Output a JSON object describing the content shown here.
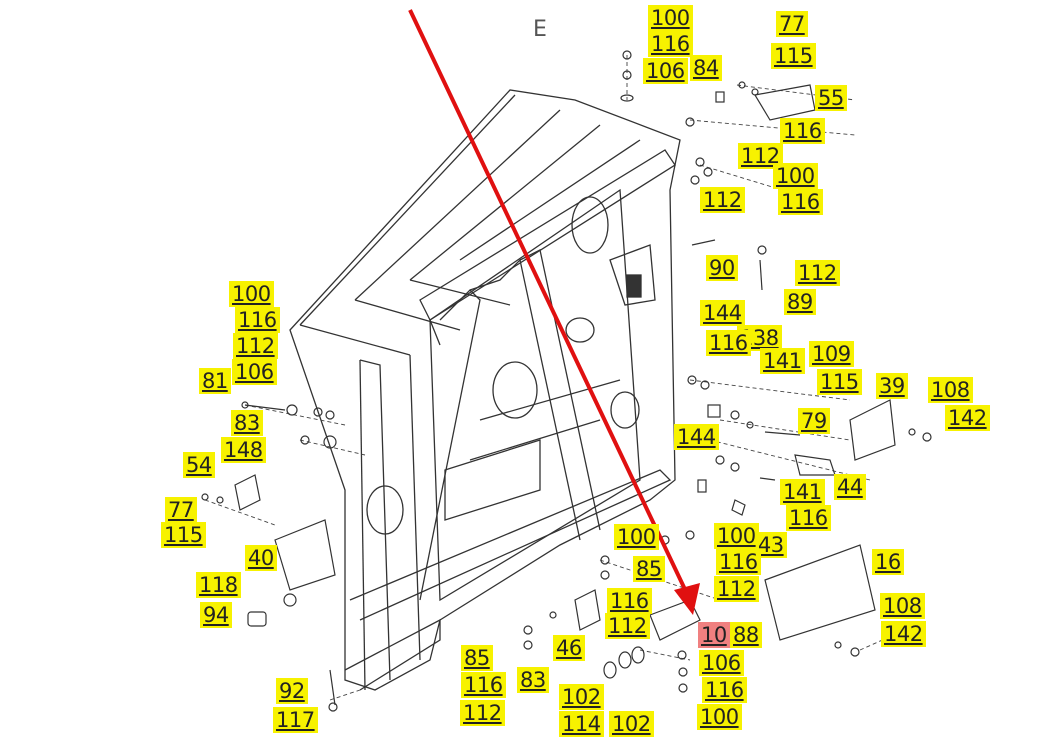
{
  "section_letter": "E",
  "colors": {
    "label_bg": "#f7f200",
    "highlight_bg": "#f08080",
    "arrow": "#e01010",
    "line": "#333333"
  },
  "labels": [
    "100",
    "116",
    "106",
    "84",
    "77",
    "115",
    "55",
    "116",
    "112",
    "100",
    "112",
    "116",
    "90",
    "112",
    "89",
    "100",
    "116",
    "112",
    "106",
    "81",
    "83",
    "148",
    "54",
    "77",
    "115",
    "40",
    "118",
    "94",
    "144",
    "138",
    "116",
    "141",
    "109",
    "115",
    "39",
    "108",
    "142",
    "79",
    "144",
    "44",
    "141",
    "116",
    "143",
    "100",
    "116",
    "112",
    "100",
    "85",
    "16",
    "116",
    "112",
    "46",
    "10",
    "88",
    "106",
    "116",
    "100",
    "108",
    "142",
    "85",
    "116",
    "112",
    "83",
    "102",
    "114",
    "102",
    "92",
    "117"
  ],
  "highlighted_label": "10"
}
